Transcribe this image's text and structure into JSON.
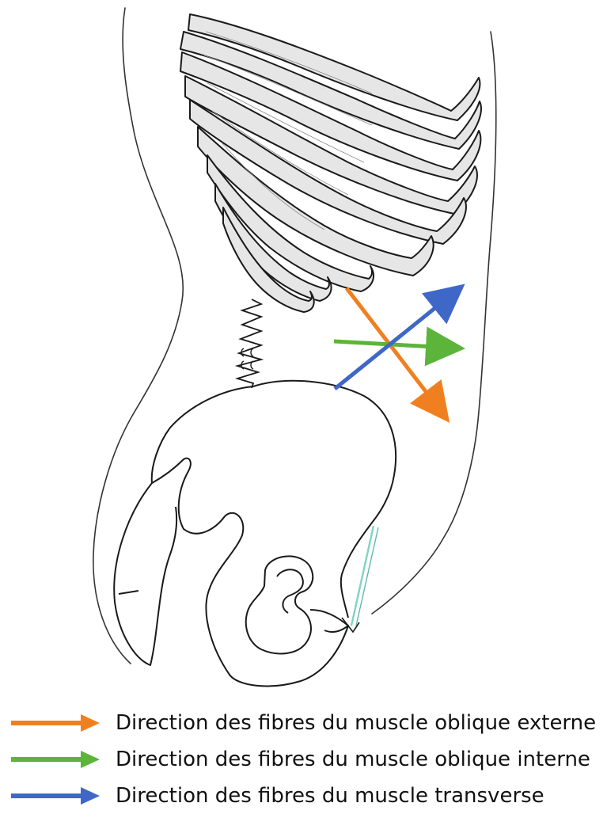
{
  "legend": {
    "items": [
      {
        "label": "Direction des fibres du muscle oblique externe",
        "color": "#f0801f"
      },
      {
        "label": "Direction des fibres du muscle oblique interne",
        "color": "#5cb43a"
      },
      {
        "label": "Direction des fibres du muscle transverse",
        "color": "#3e67c7"
      }
    ]
  },
  "arrows": {
    "external_oblique_color": "#f0801f",
    "internal_oblique_color": "#5cb43a",
    "transverse_color": "#3e67c7"
  },
  "drawing": {
    "stroke_color": "#1a1a1a",
    "rib_fill": "#e6e6e6",
    "ligament_color": "#7fd3c7"
  }
}
